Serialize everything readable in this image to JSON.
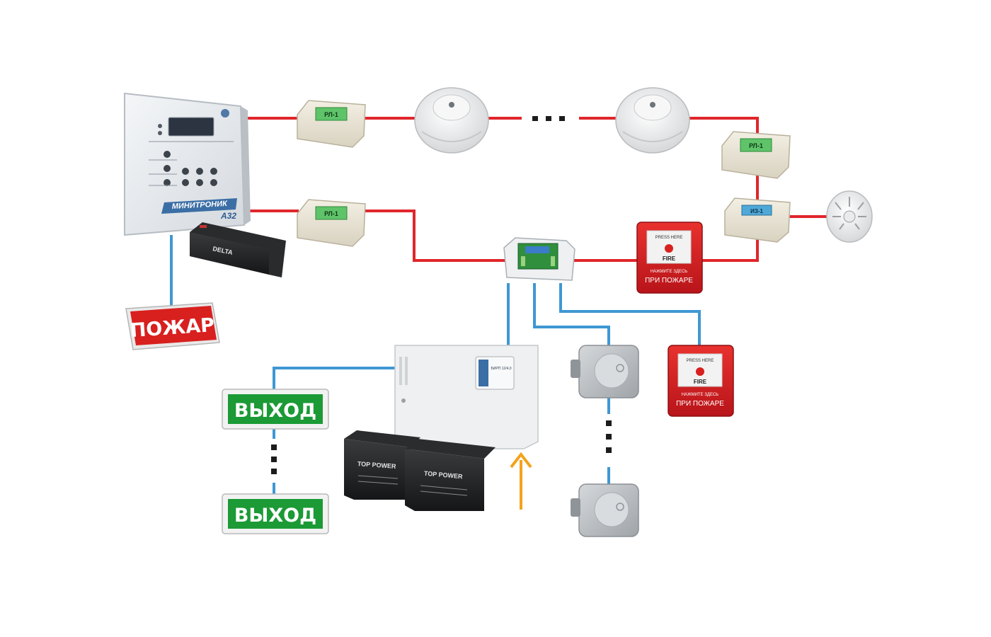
{
  "colors": {
    "loop_line": "#e0262b",
    "signal_line": "#3f97d3",
    "power_arrow": "#f2a31b",
    "sign_red": "#d8201f",
    "sign_green": "#1b9a35"
  },
  "panel": {
    "brand": "МИНИТРОНИК",
    "model": "А32"
  },
  "relay_label": "РЛ-1",
  "module_label": "ИЗ-1",
  "call_point": {
    "top_text": "PRESS HERE",
    "fire_text": "FIRE",
    "caption": "ПРИ ПОЖАРЕ",
    "small_text": "НАЖМИТЕ ЗДЕСЬ"
  },
  "fire_sign": "ПОЖАР",
  "exit_signs": [
    "ВЫХОД",
    "ВЫХОД"
  ],
  "psu_label": "БИРП 12/4,0",
  "panel_battery_label": "DELTA",
  "psu_battery_labels": [
    "TOP POWER",
    "TOP POWER"
  ]
}
